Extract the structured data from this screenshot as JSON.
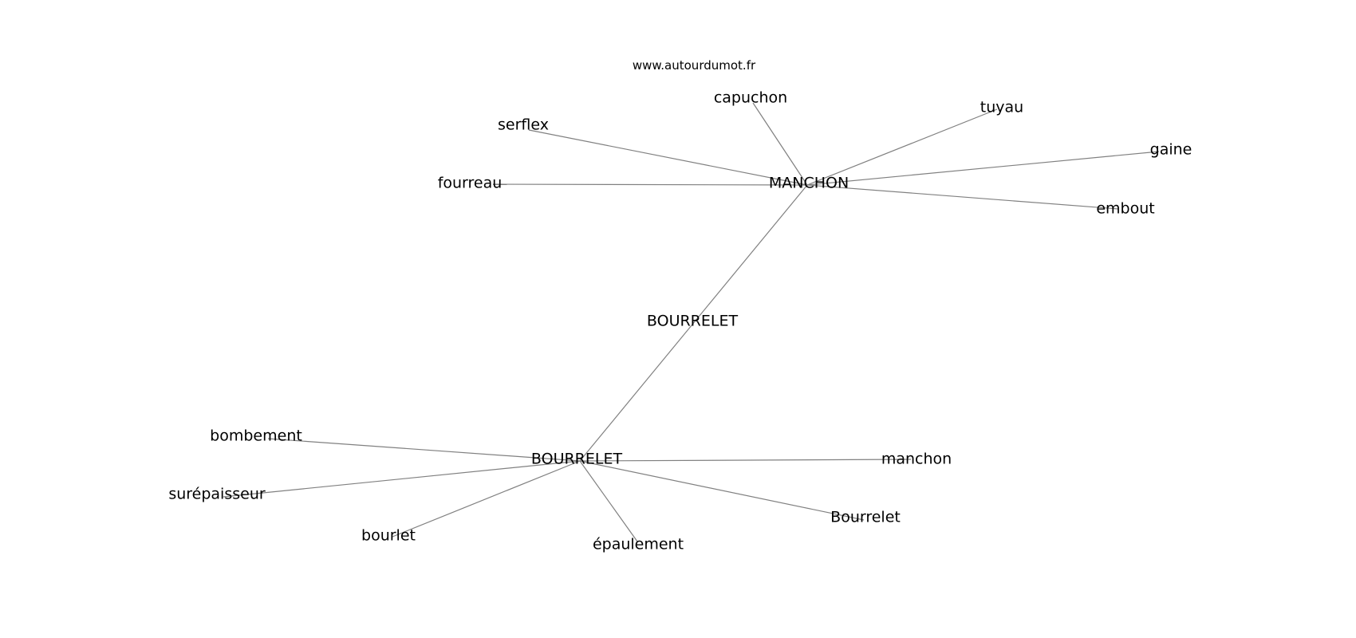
{
  "source": "www.autourdumot.fr",
  "colors": {
    "edge": "#808080",
    "text": "#000000",
    "background": "#ffffff"
  },
  "nodes": [
    {
      "id": "manchon_hub",
      "label": "MANCHON"
    },
    {
      "id": "bourrelet_mid",
      "label": "BOURRELET"
    },
    {
      "id": "bourrelet_hub",
      "label": "BOURRELET"
    },
    {
      "id": "capuchon",
      "label": "capuchon"
    },
    {
      "id": "tuyau",
      "label": "tuyau"
    },
    {
      "id": "serflex",
      "label": "serflex"
    },
    {
      "id": "gaine",
      "label": "gaine"
    },
    {
      "id": "fourreau",
      "label": "fourreau"
    },
    {
      "id": "embout",
      "label": "embout"
    },
    {
      "id": "bombement",
      "label": "bombement"
    },
    {
      "id": "manchon",
      "label": "manchon"
    },
    {
      "id": "surepaisseur",
      "label": "surépaisseur"
    },
    {
      "id": "bourrelet_lower",
      "label": "Bourrelet"
    },
    {
      "id": "bourlet",
      "label": "bourlet"
    },
    {
      "id": "epaulement",
      "label": "épaulement"
    }
  ],
  "edges": [
    [
      "manchon_hub",
      "capuchon"
    ],
    [
      "manchon_hub",
      "tuyau"
    ],
    [
      "manchon_hub",
      "serflex"
    ],
    [
      "manchon_hub",
      "gaine"
    ],
    [
      "manchon_hub",
      "fourreau"
    ],
    [
      "manchon_hub",
      "embout"
    ],
    [
      "manchon_hub",
      "bourrelet_hub"
    ],
    [
      "bourrelet_hub",
      "bombement"
    ],
    [
      "bourrelet_hub",
      "manchon"
    ],
    [
      "bourrelet_hub",
      "surepaisseur"
    ],
    [
      "bourrelet_hub",
      "bourrelet_lower"
    ],
    [
      "bourrelet_hub",
      "bourlet"
    ],
    [
      "bourrelet_hub",
      "epaulement"
    ]
  ]
}
